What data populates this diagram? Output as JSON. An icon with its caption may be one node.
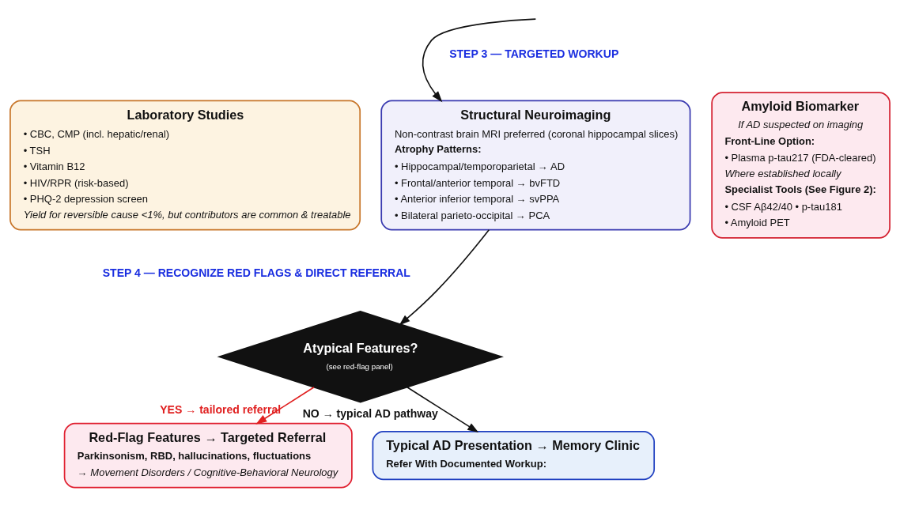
{
  "diagram": {
    "nodes": [
      {
        "text": [
          "Laboratory Studies",
          "• CBC, CMP (incl. hepatic/renal)",
          "• TSH",
          "• Vitamin B12",
          "• HIV/RPR (risk-based)",
          "• PHQ-2 depression screen",
          "Yield for reversible cause <1%, but contributors are common & treatable"
        ]
      },
      {
        "text": [
          "Structural Neuroimaging",
          "Non-contrast brain MRI preferred (coronal hippocampal slices)",
          "Atrophy Patterns:",
          "• Hippocampal/temporoparietal → AD",
          "• Frontal/anterior temporal → bvFTD",
          "• Anterior inferior temporal → svPPA",
          "• Bilateral parieto-occipital → PCA"
        ]
      },
      {
        "text": [
          "Amyloid Biomarker",
          "If AD suspected on imaging",
          "Front-Line Option:",
          "• Plasma p-tau217 (FDA-cleared)",
          "Where established locally",
          "Specialist Tools (See Figure 2):",
          "• CSF Aβ42/40 • p-tau181",
          "• Amyloid PET"
        ]
      },
      {
        "text": [
          "Atypical Features?",
          "(see red-flag panel)"
        ]
      },
      {
        "text": [
          "Red-Flag Features → Targeted Referral",
          "Parkinsonism, RBD, hallucinations, fluctuations",
          "→ Movement Disorders / Cognitive-Behavioral Neurology"
        ]
      },
      {
        "text": [
          "Typical AD Presentation → Memory Clinic",
          "Refer With Documented Workup:"
        ]
      }
    ],
    "edges": [
      {
        "from": null,
        "to": 1,
        "arrow": "to"
      },
      {
        "from": 1,
        "to": 3,
        "arrow": "to"
      },
      {
        "from": 3,
        "to": 4,
        "arrow": "to",
        "label": "YES → tailored referral",
        "color": "#e02020"
      },
      {
        "from": 3,
        "to": 5,
        "arrow": "to",
        "label": "NO → typical AD pathway"
      }
    ],
    "labels": [
      "STEP 3 — TARGETED WORKUP",
      "STEP 4 — RECOGNIZE RED FLAGS & DIRECT REFERRAL"
    ]
  }
}
